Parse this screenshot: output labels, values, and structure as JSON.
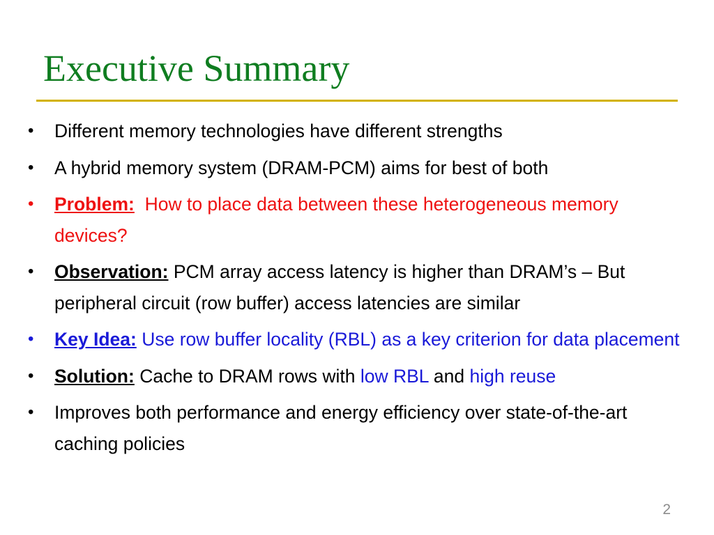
{
  "slide": {
    "title": "Executive Summary",
    "page_number": "2",
    "colors": {
      "title": "#0f7d20",
      "title_rule": "#d2b200",
      "problem": "#ee1111",
      "key_idea": "#1a1ad8",
      "body": "#000000"
    }
  },
  "bullets": {
    "b1": {
      "text": "Different memory technologies have different strengths"
    },
    "b2": {
      "text": "A hybrid memory system (DRAM-PCM) aims for best of both"
    },
    "b3": {
      "lead": "Problem:",
      "text": "How to place data between these heterogeneous memory devices?"
    },
    "b4": {
      "lead": "Observation:",
      "text": "PCM array access latency is higher than DRAM’s – But peripheral circuit (row buffer) access latencies are similar"
    },
    "b5": {
      "lead": "Key Idea:",
      "text": "Use row buffer locality (RBL) as a key criterion for data placement"
    },
    "b6": {
      "lead": "Solution:",
      "text_before": "Cache to DRAM rows with",
      "highlight1": "low RBL",
      "text_middle": "and",
      "highlight2": "high reuse"
    },
    "b7": {
      "text": "Improves both performance and energy efficiency over state-of-the-art caching policies"
    }
  }
}
